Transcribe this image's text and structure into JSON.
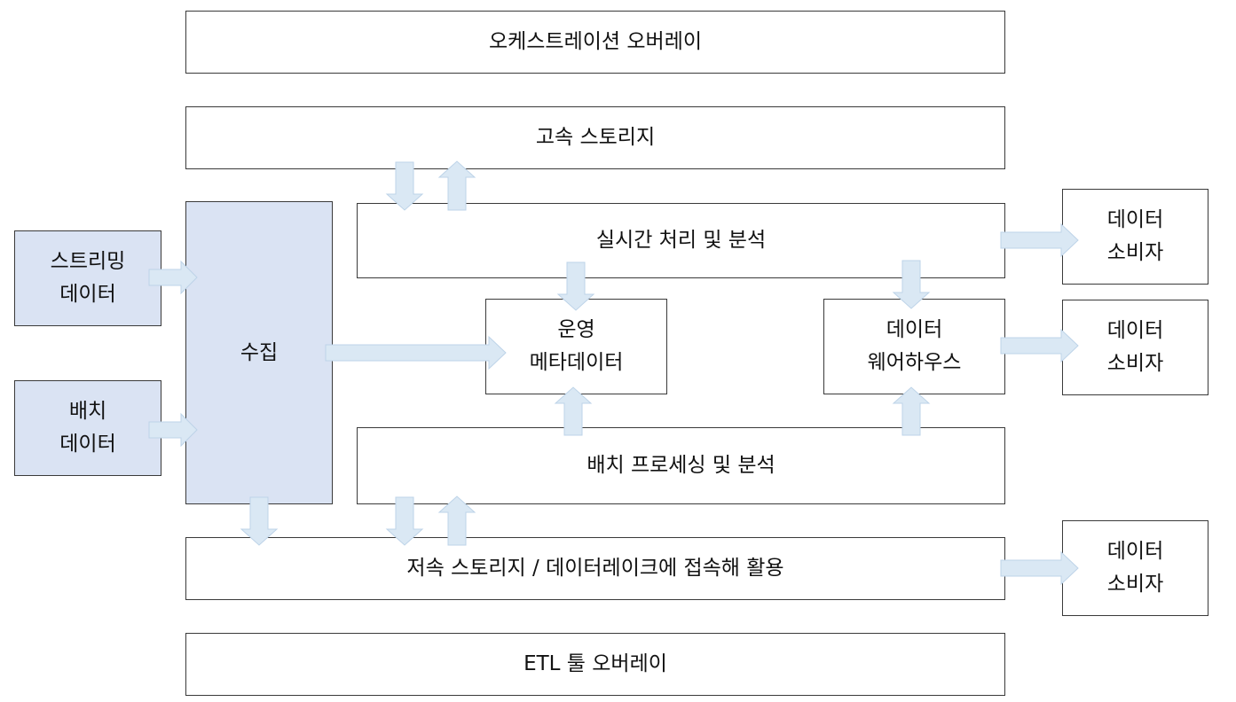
{
  "boxes": {
    "orchestration": "오케스트레이션 오버레이",
    "fast_storage": "고속 스토리지",
    "streaming_data": [
      "스트리밍",
      "데이터"
    ],
    "batch_data": [
      "배치",
      "데이터"
    ],
    "ingestion": "수집",
    "realtime": "실시간 처리 및 분석",
    "operational_metadata": [
      "운영",
      "메타데이터"
    ],
    "data_warehouse": [
      "데이터",
      "웨어하우스"
    ],
    "batch_processing": "배치 프로세싱 및 분석",
    "slow_storage": "저속 스토리지 / 데이터레이크에 접속해 활용",
    "etl_overlay": "ETL 툴 오버레이",
    "consumer_1": [
      "데이터",
      "소비자"
    ],
    "consumer_2": [
      "데이터",
      "소비자"
    ],
    "consumer_3": [
      "데이터",
      "소비자"
    ]
  },
  "colors": {
    "box_fill": "#ffffff",
    "highlight_fill": "#dae3f3",
    "border": "#3a3a3a",
    "arrow_fill": "#dae8f4",
    "arrow_stroke": "#bdd3e8"
  }
}
